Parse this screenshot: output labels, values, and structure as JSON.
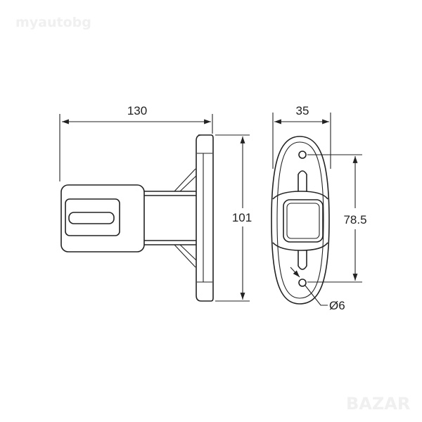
{
  "watermarks": {
    "top_left": "myautobg",
    "bottom_right": "BAZAR"
  },
  "dimensions": {
    "length": "130",
    "height": "101",
    "width": "35",
    "hole_spacing": "78.5",
    "hole_diameter": "Ø6"
  }
}
